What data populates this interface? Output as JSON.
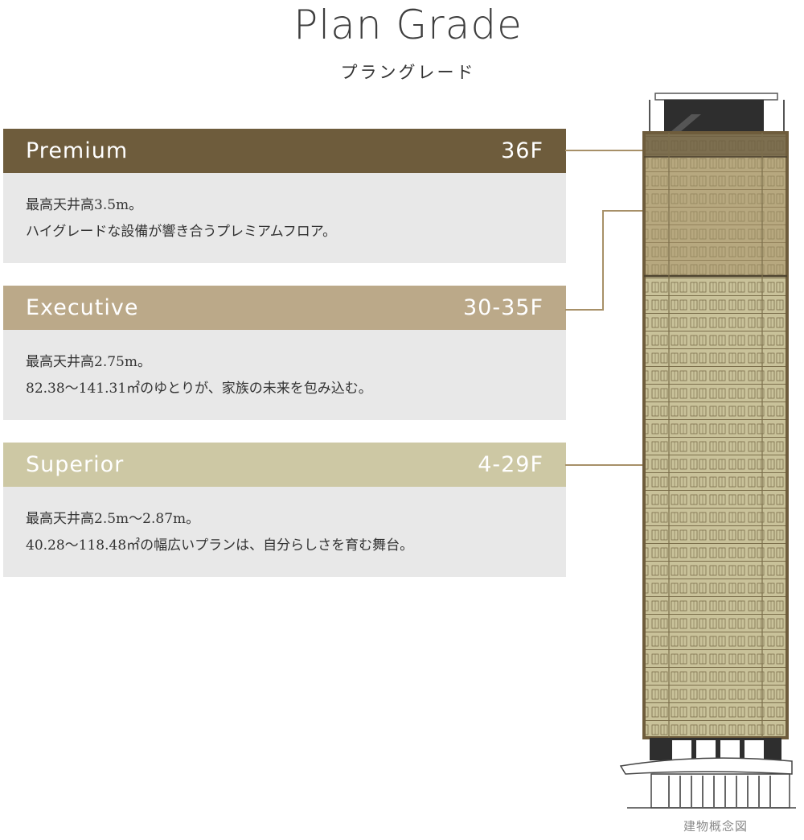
{
  "header": {
    "title": "Plan Grade",
    "subtitle": "プラングレード"
  },
  "grades": [
    {
      "name": "Premium",
      "floors": "36F",
      "color": "#6e5c3c",
      "line1": "最高天井高3.5m。",
      "line2": "ハイグレードな設備が響き合うプレミアムフロア。"
    },
    {
      "name": "Executive",
      "floors": "30-35F",
      "color": "#bba989",
      "line1": "最高天井高2.75m。",
      "line2": "82.38〜141.31㎡のゆとりが、家族の未来を包み込む。"
    },
    {
      "name": "Superior",
      "floors": "4-29F",
      "color": "#cdc8a4",
      "line1": "最高天井高2.5m〜2.87m。",
      "line2": "40.28〜118.48㎡の幅広いプランは、自分らしさを育む舞台。"
    }
  ],
  "building": {
    "caption": "建物概念図"
  }
}
